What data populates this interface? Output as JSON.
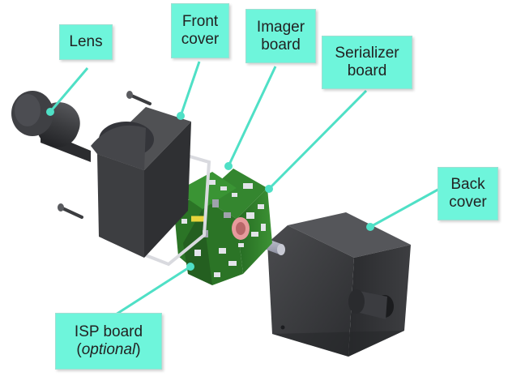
{
  "labels": {
    "lens": "Lens",
    "front_cover": [
      "Front",
      "cover"
    ],
    "imager_board": [
      "Imager",
      "board"
    ],
    "serializer_board": [
      "Serializer",
      "board"
    ],
    "back_cover": [
      "Back",
      "cover"
    ],
    "isp_board": {
      "line1": "ISP board",
      "open": "(",
      "italic": "optional",
      "close": ")"
    }
  },
  "colors": {
    "callout_fill": "#6ef5db",
    "leader_line": "#4fe0c6",
    "housing": "#3a3b3e",
    "pcb": "#2f7d2a"
  }
}
